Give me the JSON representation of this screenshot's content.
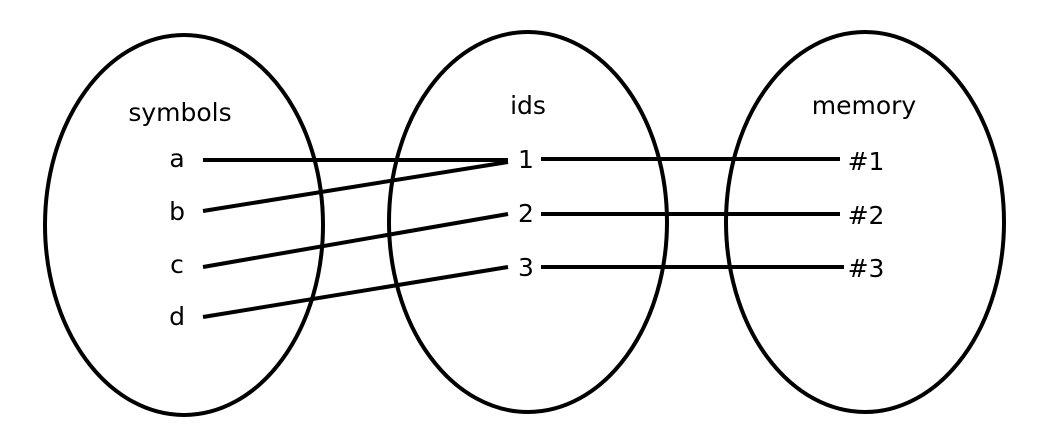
{
  "sets": {
    "symbols": {
      "title": "symbols",
      "items": [
        "a",
        "b",
        "c",
        "d"
      ]
    },
    "ids": {
      "title": "ids",
      "items": [
        "1",
        "2",
        "3"
      ]
    },
    "memory": {
      "title": "memory",
      "items": [
        "#1",
        "#2",
        "#3"
      ]
    }
  },
  "mappings": {
    "symbols_to_ids": [
      {
        "from": "a",
        "to": "1"
      },
      {
        "from": "b",
        "to": "1"
      },
      {
        "from": "c",
        "to": "2"
      },
      {
        "from": "d",
        "to": "3"
      }
    ],
    "ids_to_memory": [
      {
        "from": "1",
        "to": "#1"
      },
      {
        "from": "2",
        "to": "#2"
      },
      {
        "from": "3",
        "to": "#3"
      }
    ]
  },
  "colors": {
    "stroke": "#000000",
    "background": "#ffffff"
  }
}
